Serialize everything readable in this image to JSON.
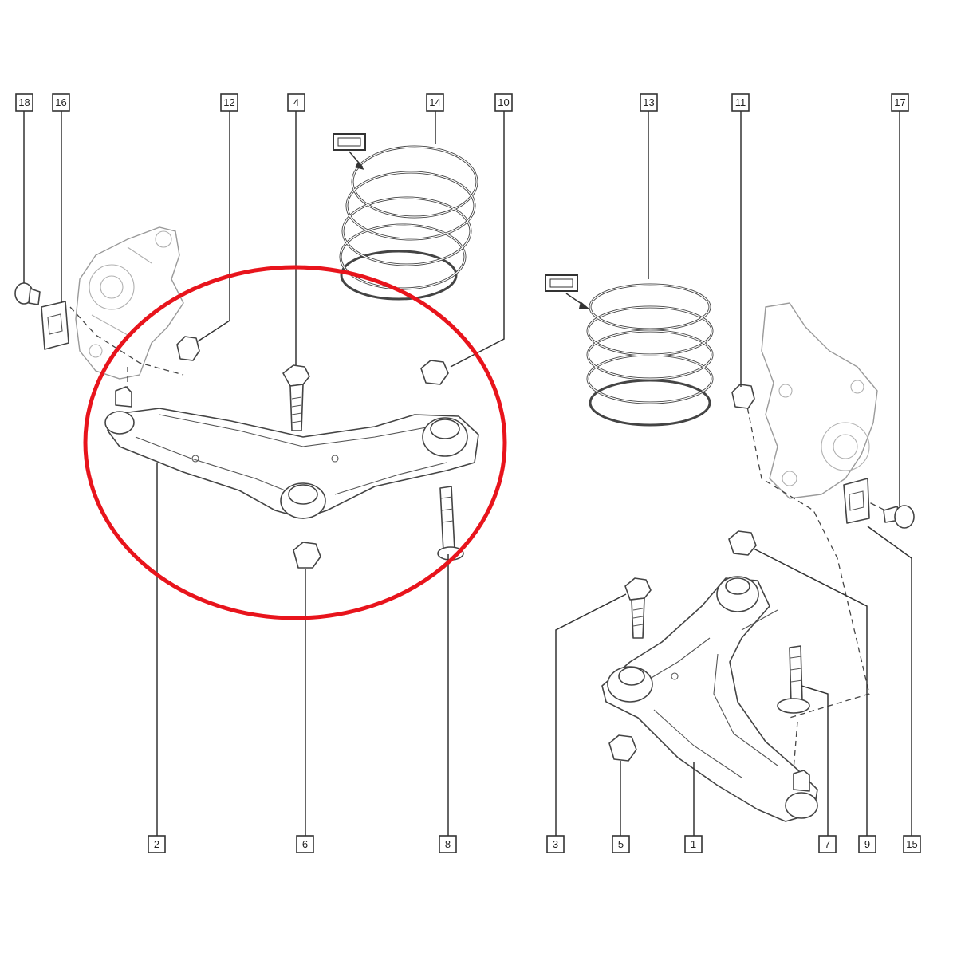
{
  "diagram": {
    "callouts": [
      {
        "id": "18",
        "label": "18"
      },
      {
        "id": "16",
        "label": "16"
      },
      {
        "id": "12",
        "label": "12"
      },
      {
        "id": "4",
        "label": "4"
      },
      {
        "id": "14",
        "label": "14"
      },
      {
        "id": "10",
        "label": "10"
      },
      {
        "id": "13",
        "label": "13"
      },
      {
        "id": "11",
        "label": "11"
      },
      {
        "id": "17",
        "label": "17"
      },
      {
        "id": "2",
        "label": "2"
      },
      {
        "id": "6",
        "label": "6"
      },
      {
        "id": "8",
        "label": "8"
      },
      {
        "id": "3",
        "label": "3"
      },
      {
        "id": "5",
        "label": "5"
      },
      {
        "id": "1",
        "label": "1"
      },
      {
        "id": "7",
        "label": "7"
      },
      {
        "id": "9",
        "label": "9"
      },
      {
        "id": "15",
        "label": "15"
      }
    ],
    "highlight_color": "#e8141c",
    "line_color": "#333333"
  }
}
